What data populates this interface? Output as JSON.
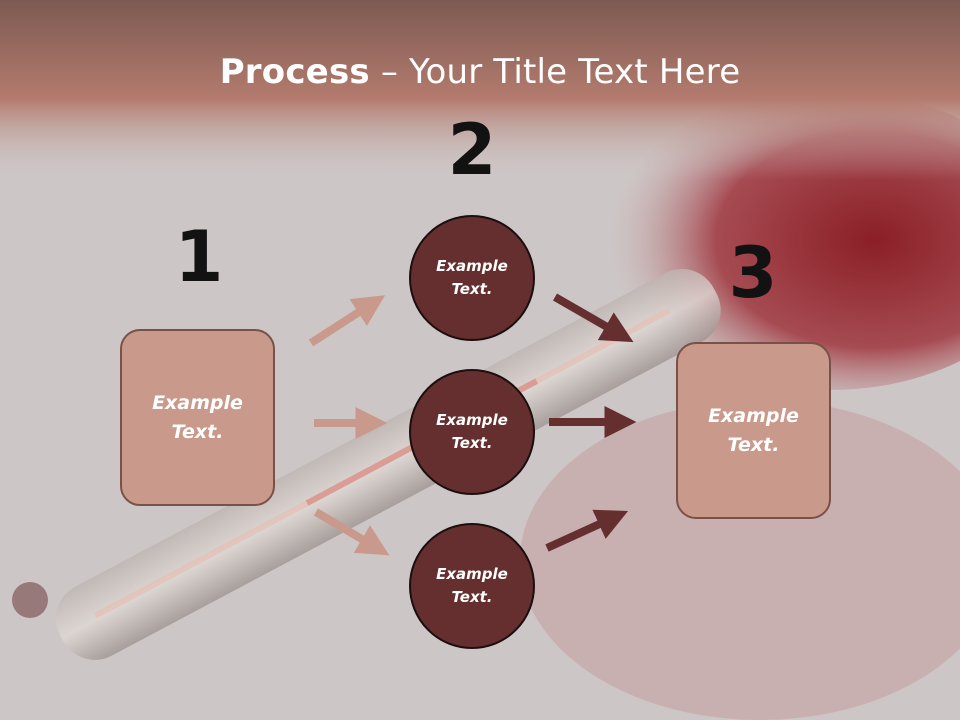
{
  "title": {
    "bold": "Process",
    "rest": " – Your Title Text Here"
  },
  "steps": [
    {
      "number": "1",
      "text_line1": "Example",
      "text_line2": "Text."
    },
    {
      "number": "2"
    },
    {
      "number": "3",
      "text_line1": "Example",
      "text_line2": "Text."
    }
  ],
  "circles": [
    {
      "text_line1": "Example",
      "text_line2": "Text."
    },
    {
      "text_line1": "Example",
      "text_line2": "Text."
    },
    {
      "text_line1": "Example",
      "text_line2": "Text."
    }
  ],
  "colors": {
    "box_fill": "#c99a8b",
    "circle_fill": "#662f2f",
    "arrow_light": "#c99a8b",
    "arrow_dark": "#662f2f",
    "title_band": "#b57d70"
  }
}
